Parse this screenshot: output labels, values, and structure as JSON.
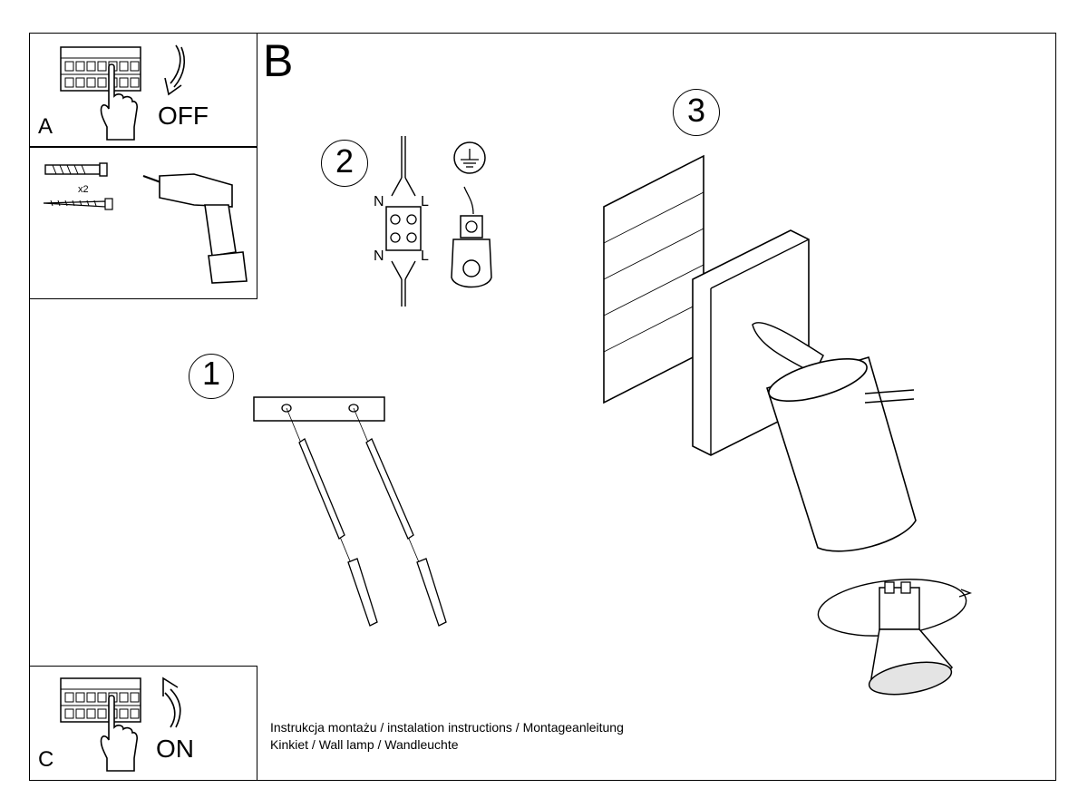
{
  "panels": {
    "a": {
      "letter": "A",
      "action": "OFF"
    },
    "tools": {
      "quantity": "x2"
    },
    "b": {
      "letter": "B"
    },
    "c": {
      "letter": "C",
      "action": "ON"
    }
  },
  "steps": {
    "step1": "1",
    "step2": "2",
    "step3": "3"
  },
  "wiring": {
    "neutral_top": "N",
    "live_top": "L",
    "neutral_bottom": "N",
    "live_bottom": "L"
  },
  "footer": {
    "line1": "Instrukcja montażu / instalation instructions / Montageanleitung",
    "line2": "Kinkiet / Wall lamp / Wandleuchte"
  }
}
